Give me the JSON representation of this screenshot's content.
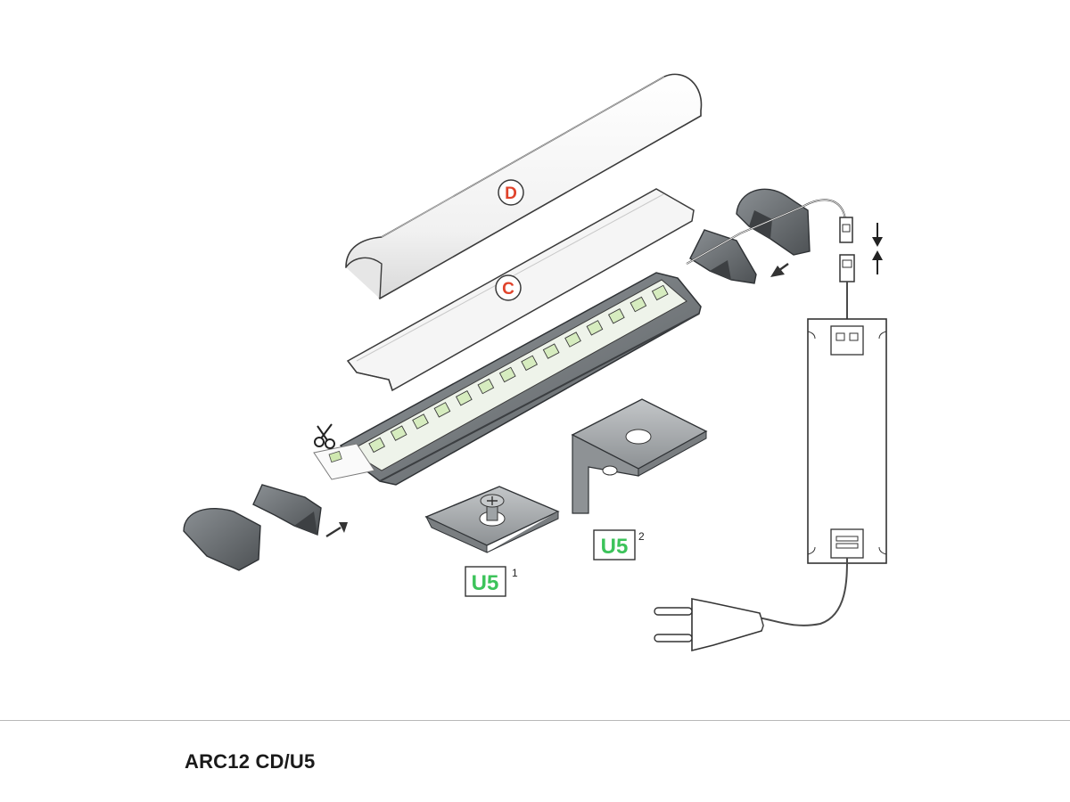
{
  "diagram": {
    "labels": {
      "diffuser_d": "D",
      "cover_c": "C",
      "mount_1": "U5",
      "mount_1_index": "1",
      "mount_2": "U5",
      "mount_2_index": "2"
    },
    "colors": {
      "badge_red": "#e0432b",
      "badge_green": "#3cc35a",
      "profile_gray": "#6a6f73",
      "diffuser_white": "#f7f7f7",
      "led_green": "#d6ecbf"
    },
    "icons": [
      "scissors-icon",
      "arrow-icon",
      "power-plug-icon",
      "connector-icon"
    ]
  },
  "footer": {
    "product_code": "ARC12 CD/U5"
  }
}
